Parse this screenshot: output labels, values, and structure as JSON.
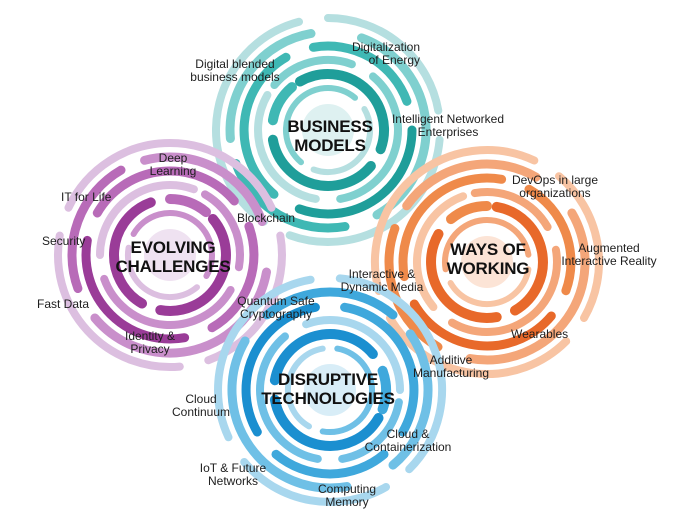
{
  "colors": {
    "business": [
      "#b5dfe0",
      "#3fb8b4",
      "#1f9e9a",
      "#7fd0cf"
    ],
    "ways": [
      "#f8c4a3",
      "#ef8a4a",
      "#e8692a",
      "#f4a679"
    ],
    "evolving": [
      "#dcbfe0",
      "#b86bb8",
      "#9a3c98",
      "#c98fcb"
    ],
    "disruptive": [
      "#a8d7ee",
      "#3fa8dc",
      "#1b8fd0",
      "#6fc0e6"
    ]
  },
  "clusters": {
    "business": {
      "title": "BUSINESS\nMODELS",
      "labels": [
        "Digitalization\nof Energy",
        "Digital blended\nbusiness models",
        "Intelligent Networked\nEnterprises"
      ]
    },
    "ways": {
      "title": "WAYS OF\nWORKING",
      "labels": [
        "DevOps in large\norganizations",
        "Augmented\nInteractive Reality",
        "Wearables"
      ]
    },
    "evolving": {
      "title": "EVOLVING\nCHALLENGES",
      "labels": [
        "Deep\nLearning",
        "IT for Life",
        "Security",
        "Blockchain",
        "Fast Data",
        "Identity &\nPrivacy",
        "Quantum Safe\nCryptography"
      ]
    },
    "disruptive": {
      "title": "DISRUPTIVE\nTECHNOLOGIES",
      "labels": [
        "Interactive &\nDynamic Media",
        "Additive\nManufacturing",
        "Cloud\nContinuum",
        "Cloud &\nContainerization",
        "IoT & Future\nNetworks",
        "Computing\nMemory"
      ]
    }
  }
}
